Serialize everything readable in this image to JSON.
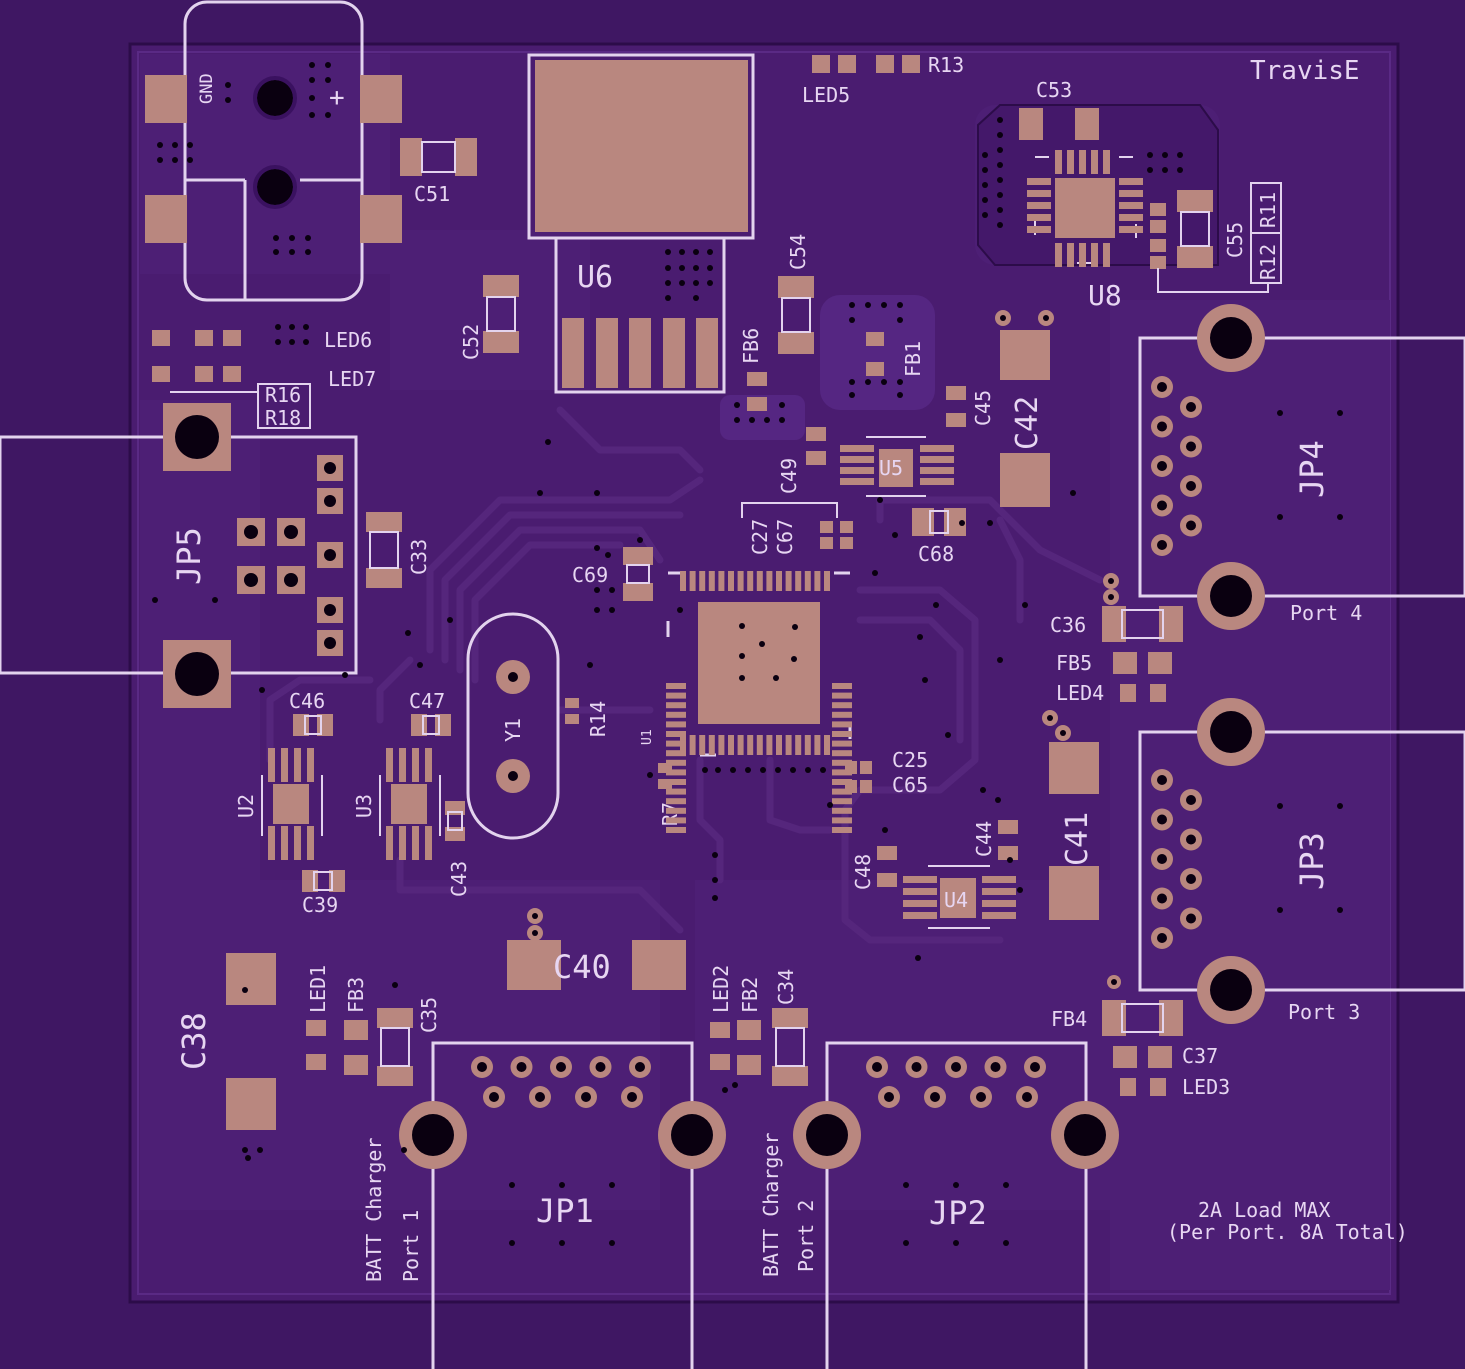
{
  "board": {
    "author": "TravisE",
    "note_line1": "2A Load MAX",
    "note_line2": "(Per Port. 8A Total)",
    "colors": {
      "background": "#3f1763",
      "board": "#4a1c70",
      "pad": "#b9877f",
      "silkscreen": "#e3d3ee",
      "hole": "#0a0010"
    }
  },
  "labels": {
    "gnd": "GND",
    "plus": "+",
    "c51": "C51",
    "c52": "C52",
    "c53": "C53",
    "c54": "C54",
    "c55": "C55",
    "r11": "R11",
    "r12": "R12",
    "r13": "R13",
    "r14": "R14",
    "r16": "R16",
    "r18": "R18",
    "r7": "R7",
    "led3": "LED3",
    "led4": "LED4",
    "led5": "LED5",
    "led6": "LED6",
    "led7": "LED7",
    "led1": "LED1",
    "led2": "LED2",
    "u1": "U1",
    "u2": "U2",
    "u3": "U3",
    "u4": "U4",
    "u5": "U5",
    "u6": "U6",
    "u8": "U8",
    "y1": "Y1",
    "fb1": "FB1",
    "fb2": "FB2",
    "fb3": "FB3",
    "fb4": "FB4",
    "fb5": "FB5",
    "fb6": "FB6",
    "c25": "C25",
    "c27": "C27",
    "c33": "C33",
    "c34": "C34",
    "c35": "C35",
    "c36": "C36",
    "c37": "C37",
    "c38": "C38",
    "c39": "C39",
    "c40": "C40",
    "c41": "C41",
    "c42": "C42",
    "c43": "C43",
    "c44": "C44",
    "c45": "C45",
    "c46": "C46",
    "c47": "C47",
    "c48": "C48",
    "c49": "C49",
    "c65": "C65",
    "c67": "C67",
    "c68": "C68",
    "c69": "C69",
    "jp1": "JP1",
    "jp2": "JP2",
    "jp3": "JP3",
    "jp4": "JP4",
    "jp5": "JP5",
    "port1": "Port 1",
    "port2": "Port 2",
    "port3": "Port 3",
    "port4": "Port 4",
    "batt_charger": "BATT Charger"
  }
}
